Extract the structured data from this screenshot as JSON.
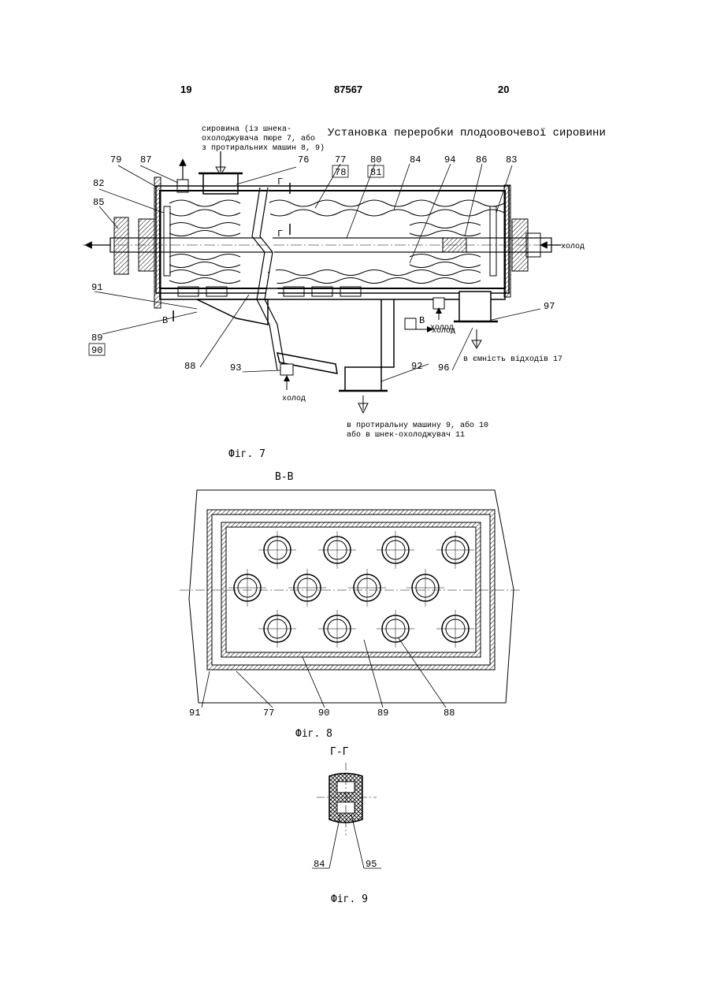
{
  "header": {
    "page_left": "19",
    "patent_number": "87567",
    "page_right": "20"
  },
  "fig7": {
    "title": "Установка переробки плодоовочевої сировини",
    "inlet_note": [
      "сировина (із шнека-",
      "охолоджувача пюре 7, або",
      "з протиральних машин 8, 9)"
    ],
    "labels": {
      "l79": "79",
      "l87": "87",
      "l76": "76",
      "l77": "77",
      "l78": "78",
      "l80": "80",
      "l81": "81",
      "l84": "84",
      "l94": "94",
      "l86": "86",
      "l83": "83",
      "l82": "82",
      "l85": "85",
      "l91": "91",
      "l89": "89",
      "l90": "90",
      "l88": "88",
      "l93": "93",
      "l92": "92",
      "l96": "96",
      "l97": "97"
    },
    "section_mark_g": "Г",
    "section_mark_v": "В",
    "cold_label": "холод",
    "waste_note": "в ємність відходів 17",
    "outlet_note": [
      "в протиральну машину 9, або 10",
      "або в шнек-охолоджувач 11"
    ],
    "caption": "Фіг. 7"
  },
  "fig8": {
    "section_title": "В-В",
    "labels": {
      "l91": "91",
      "l77": "77",
      "l90": "90",
      "l89": "89",
      "l88": "88"
    },
    "caption": "Фіг. 8"
  },
  "fig9": {
    "section_title": "Г-Г",
    "labels": {
      "l84": "84",
      "l95": "95"
    },
    "caption": "Фіг. 9"
  }
}
